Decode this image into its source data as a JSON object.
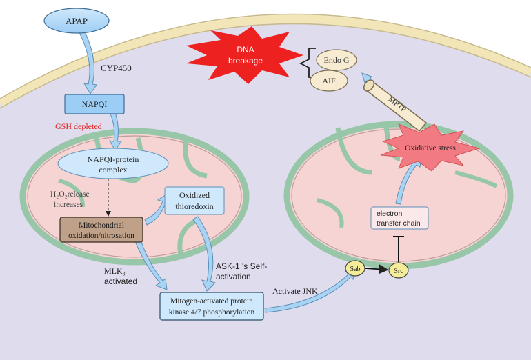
{
  "nodes": {
    "apap": "APAP",
    "cyp450": "CYP450",
    "napqi": "NAPQI",
    "gsh_depleted": "GSH depleted",
    "napqi_complex_line1": "NAPQI-protein",
    "napqi_complex_line2": "complex",
    "h2o2_line1": "H₂O₂release",
    "h2o2_line2": "increases",
    "mito_ox_line1": "Mitochondrial",
    "mito_ox_line2": "oxidation/nitrosation",
    "thio_line1": "Oxidized",
    "thio_line2": "thioredoxin",
    "mlk3_line1": "MLK₃",
    "mlk3_line2": "activated",
    "ask1_line1": "ASK-1 's Self-",
    "ask1_line2": "activation",
    "mapk_line1": "Mitogen-activated protein",
    "mapk_line2": "kinase 4/7 phosphorylation",
    "activate_jnk": "Activate JNK",
    "sab": "Sab",
    "src": "Src",
    "etc_line1": "electron",
    "etc_line2": "transfer chain",
    "oxidative_stress": "Oxidative stress",
    "mptp": "MPTP",
    "endo_g": "Endo G",
    "aif": "AIF",
    "dna_line1": "DNA",
    "dna_line2": "breakage"
  },
  "colors": {
    "cytoplasm": "#dfdcee",
    "membrane": "#f2e6b8",
    "mito_outer": "#98c6a8",
    "mito_inner": "#f6d4d4",
    "arrow_blue": "#a9d3f2",
    "box_blue": "#bfe0f8",
    "napqi_blue": "#9ccdf5",
    "brown_box": "#bfa088",
    "red_burst": "#ee2121",
    "pink_burst": "#f27a82",
    "red_text": "#e02020"
  }
}
